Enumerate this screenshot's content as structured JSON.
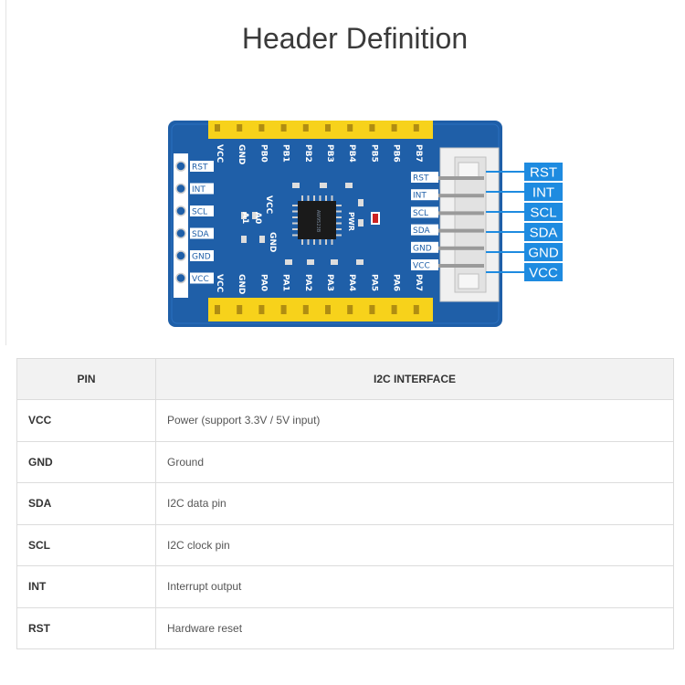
{
  "page": {
    "title": "Header Definition"
  },
  "board": {
    "top_header_labels": [
      "VCC",
      "GND",
      "PB0",
      "PB1",
      "PB2",
      "PB3",
      "PB4",
      "PB5",
      "PB6",
      "PB7"
    ],
    "bottom_header_labels": [
      "VCC",
      "GND",
      "PA0",
      "PA1",
      "PA2",
      "PA3",
      "PA4",
      "PA5",
      "PA6",
      "PA7"
    ],
    "left_pin_labels": [
      "RST",
      "INT",
      "SCL",
      "SDA",
      "GND",
      "VCC"
    ],
    "right_silk_labels": [
      "RST",
      "INT",
      "SCL",
      "SDA",
      "GND",
      "VCC"
    ],
    "callout_labels": [
      "RST",
      "INT",
      "SCL",
      "SDA",
      "GND",
      "VCC"
    ],
    "addr_labels": [
      "A1",
      "A0",
      "VCC",
      "GND"
    ],
    "pwr_label": "PWR",
    "chip_text": "AW9523B"
  },
  "table": {
    "headers": [
      "PIN",
      "I2C INTERFACE"
    ],
    "rows": [
      {
        "pin": "VCC",
        "desc": "Power (support 3.3V / 5V input)"
      },
      {
        "pin": "GND",
        "desc": "Ground"
      },
      {
        "pin": "SDA",
        "desc": "I2C data pin"
      },
      {
        "pin": "SCL",
        "desc": "I2C clock pin"
      },
      {
        "pin": "INT",
        "desc": "Interrupt output"
      },
      {
        "pin": "RST",
        "desc": "Hardware reset"
      }
    ]
  },
  "colors": {
    "pcb": "#1f5fa8",
    "header_yellow": "#f7d21b",
    "callout_blue": "#1e8be0"
  }
}
